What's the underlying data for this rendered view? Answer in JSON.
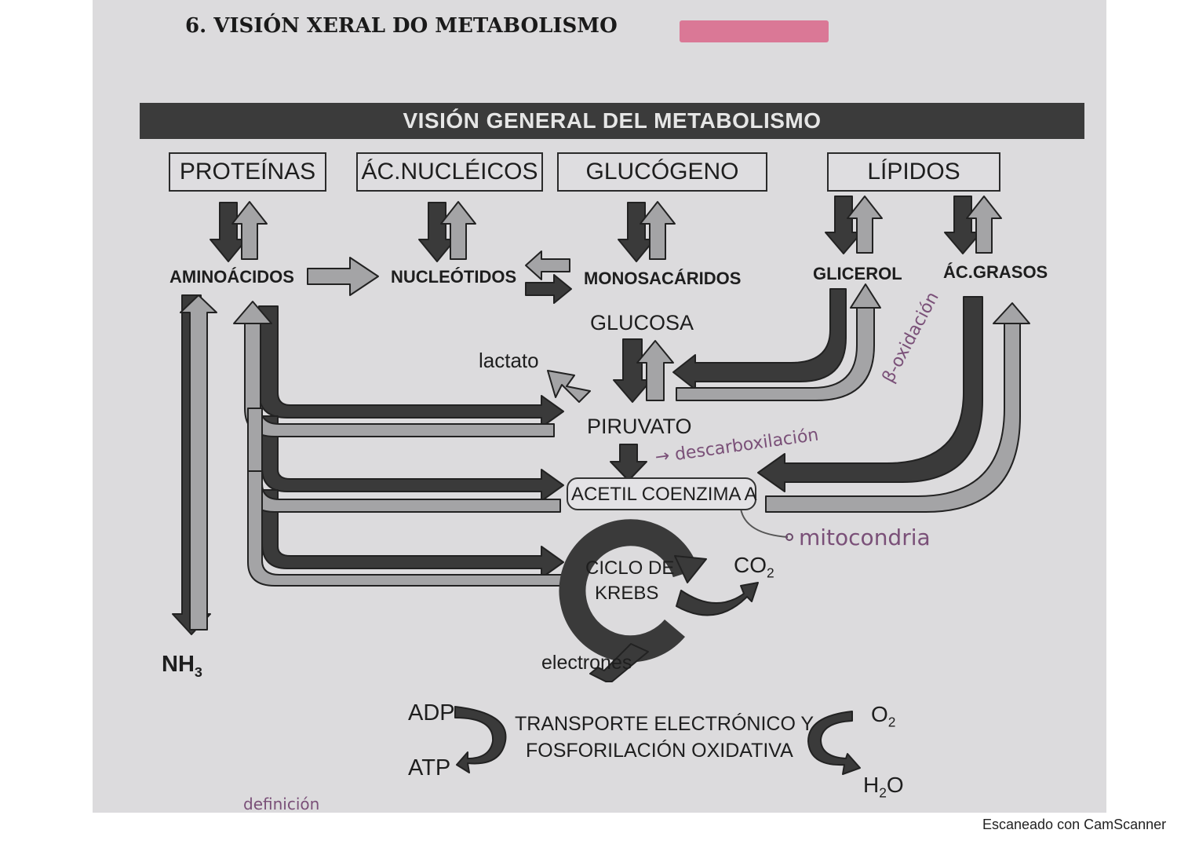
{
  "page": {
    "section_title": "6.   VISIÓN XERAL DO METABOLISMO",
    "banner_title": "VISIÓN GENERAL DEL METABOLISMO",
    "watermark": "Escaneado con CamScanner"
  },
  "boxes": {
    "proteinas": "PROTEÍNAS",
    "acidos_nucleicos": "ÁC.NUCLÉICOS",
    "glucogeno": "GLUCÓGENO",
    "lipidos": "LÍPIDOS"
  },
  "nodes": {
    "aminoacidos": "AMINOÁCIDOS",
    "nucleotidos": "NUCLEÓTIDOS",
    "monosacaridos": "MONOSACÁRIDOS",
    "glicerol": "GLICEROL",
    "acidos_grasos": "ÁC.GRASOS",
    "glucosa": "GLUCOSA",
    "lactato": "lactato",
    "piruvato": "PIRUVATO",
    "acetil_coa": "ACETIL COENZIMA A",
    "ciclo_krebs_line1": "CICLO DE",
    "ciclo_krebs_line2": "KREBS",
    "co2": "CO",
    "co2_sub": "2",
    "electrones": "electrones",
    "nh3": "NH",
    "nh3_sub": "3",
    "adp": "ADP",
    "atp": "ATP",
    "transporte_line1": "TRANSPORTE ELECTRÓNICO Y",
    "transporte_line2": "FOSFORILACIÓN OXIDATIVA",
    "o2": "O",
    "o2_sub": "2",
    "h2o_h": "H",
    "h2o_sub": "2",
    "h2o_o": "O"
  },
  "handwritten": {
    "descarboxilacion": "→ descarboxilación",
    "beta_oxidacion": "β-oxidación",
    "mitocondria": "mitocondria",
    "definicion": "definición"
  },
  "colors": {
    "sheet": "#dcdbdd",
    "dark_arrow": "#3a3a3a",
    "light_arrow": "#a4a4a6",
    "banner": "#3b3b3b",
    "ink_handwriting": "#7a5078",
    "highlighter": "#d9577e"
  }
}
